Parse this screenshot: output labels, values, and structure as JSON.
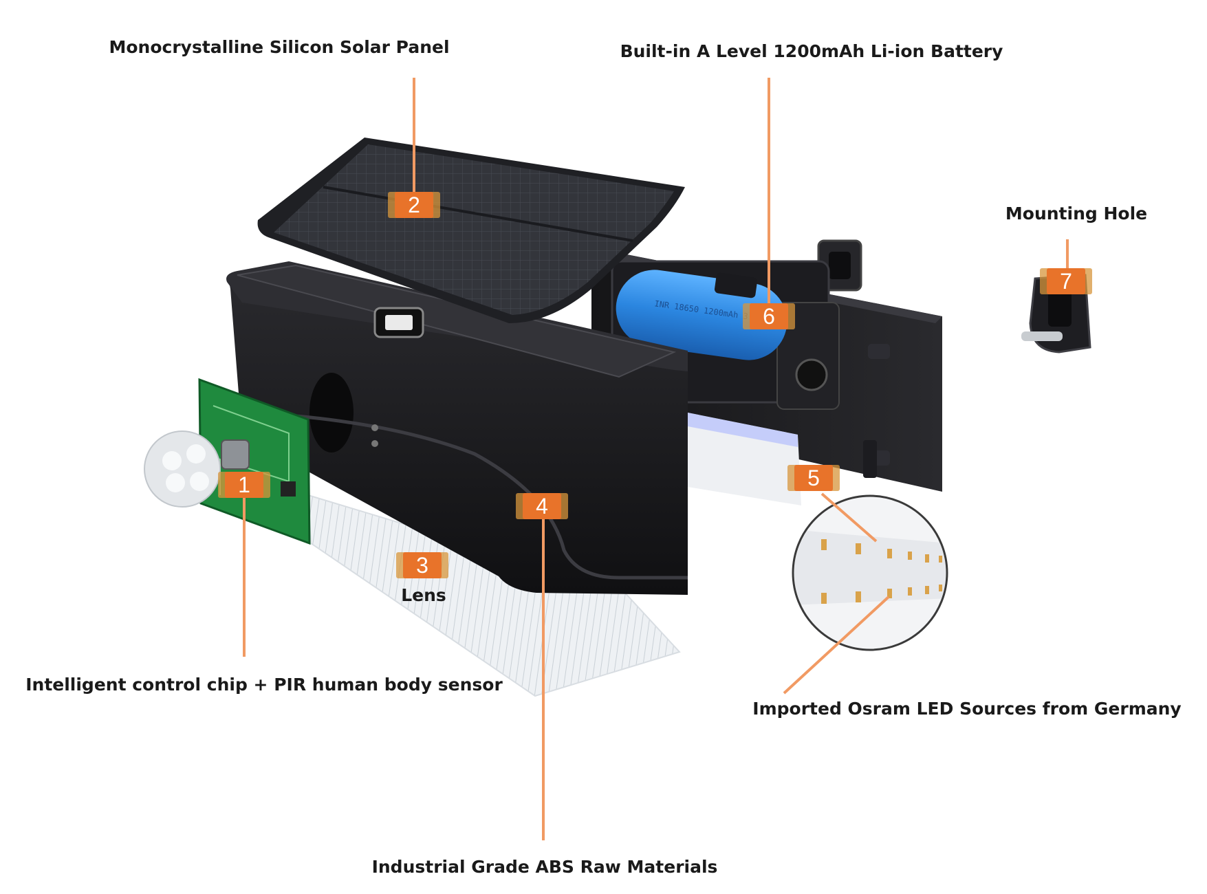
{
  "labels": {
    "solar_panel": "Monocrystalline Silicon Solar Panel",
    "battery": "Built-in A Level 1200mAh Li-ion Battery",
    "mounting_hole": "Mounting Hole",
    "lens": "Lens",
    "chip_sensor": "Intelligent control chip + PIR human body sensor",
    "led_sources": "Imported Osram LED Sources from Germany",
    "abs_material": "Industrial Grade ABS Raw Materials"
  },
  "badges": [
    "1",
    "2",
    "3",
    "4",
    "5",
    "6",
    "7"
  ],
  "colors": {
    "accent": "#e8732a",
    "leader": "#f19a63",
    "housing": "#1b1b1d",
    "panel": "#2a2b30",
    "battery": "#2f8ee6",
    "pcb": "#1f8a3e"
  },
  "battery_print": "INR 18650 1200mAh 3.7V"
}
